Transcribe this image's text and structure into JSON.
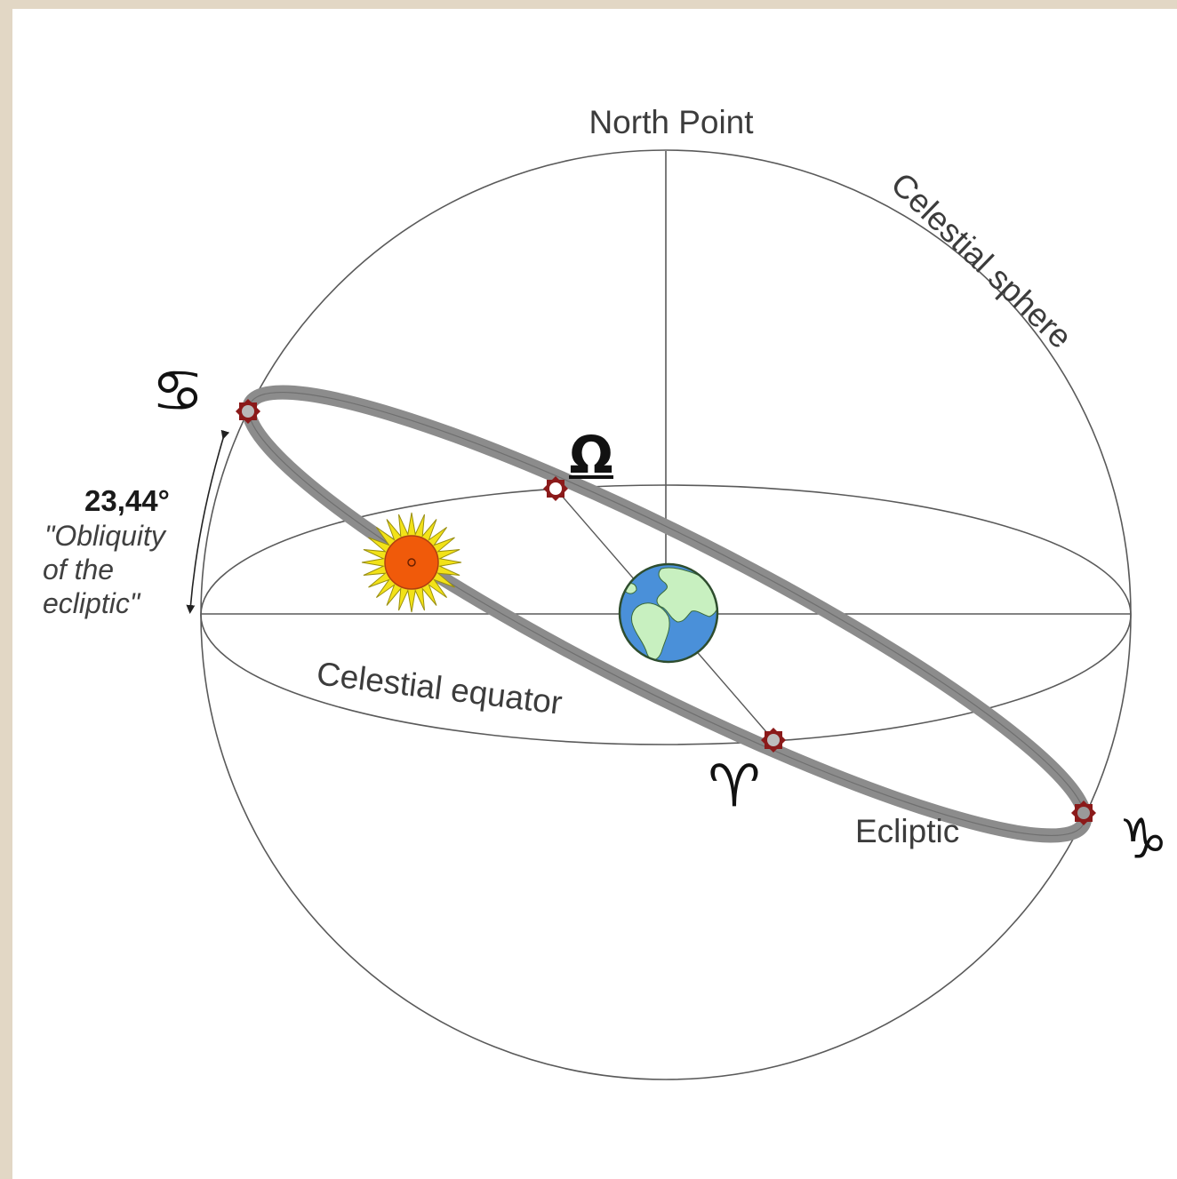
{
  "labels": {
    "north_point": "North Point",
    "celestial_sphere": "Celestial sphere",
    "celestial_equator": "Celestial equator",
    "ecliptic": "Ecliptic",
    "obliquity_value": "23,44°",
    "obliquity_caption": [
      "\"Obliquity",
      "of the",
      "ecliptic\""
    ]
  },
  "symbols": {
    "cancer": "♋",
    "libra": "Ω",
    "aries": "♈",
    "capricorn": "♑"
  },
  "icons": [
    "sun-icon",
    "earth-icon",
    "star-marker-icon",
    "double-arrow-icon"
  ],
  "colors": {
    "background": "#e2d7c5",
    "line": "#555555",
    "ecliptic_band": "#8c8c8c",
    "marker": "#8b1a1a",
    "sun_core": "#f05a0a",
    "sun_rays": "#f2e218",
    "earth_ocean": "#4a90d9",
    "earth_land": "#c8f0c0"
  }
}
